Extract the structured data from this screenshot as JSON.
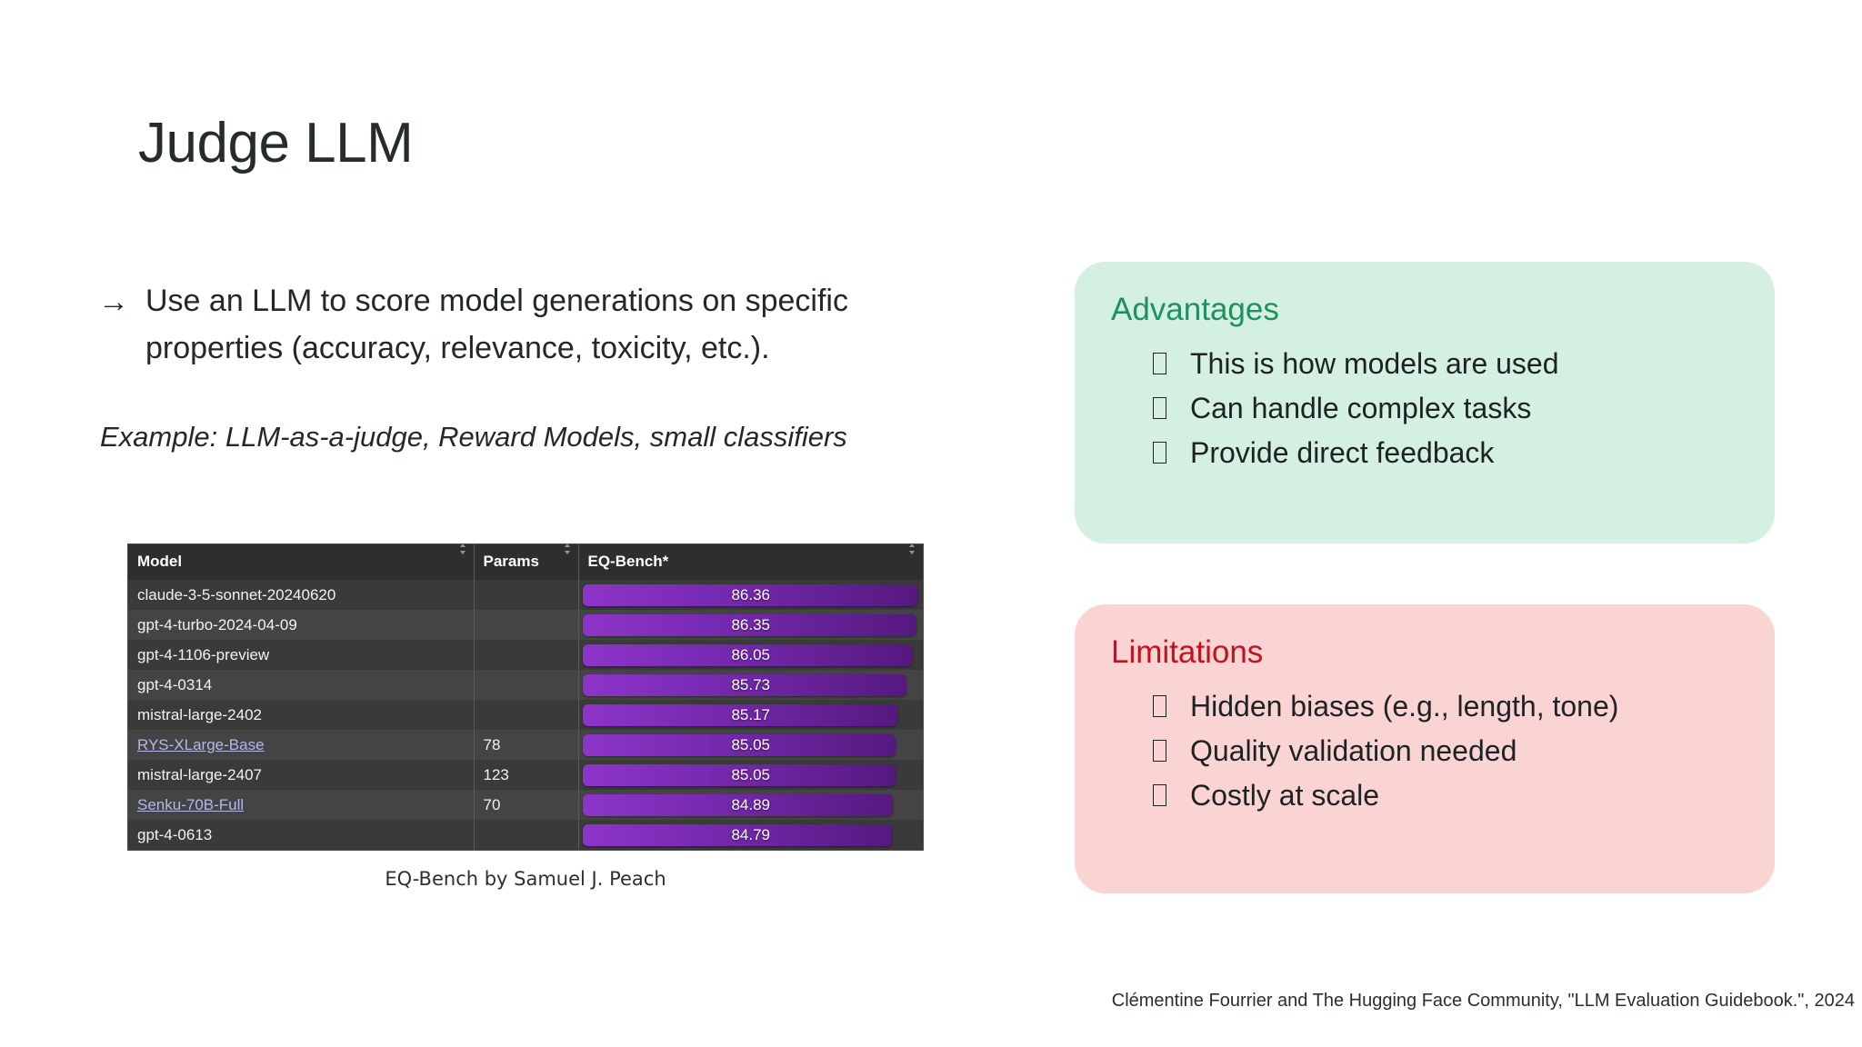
{
  "slide": {
    "title": "Judge LLM"
  },
  "left": {
    "bullet_marker": "→",
    "bullet_text": "Use an LLM to score model generations on specific properties (accuracy, relevance, toxicity, etc.).",
    "example_text": "Example: LLM-as-a-judge, Reward Models, small classifiers",
    "table_caption": "EQ-Bench by Samuel J. Peach"
  },
  "chart_data": {
    "type": "table",
    "title": "EQ-Bench leaderboard",
    "columns": [
      "Model",
      "Params",
      "EQ-Bench*"
    ],
    "sort_icon": "sort-arrows-icon",
    "value_axis": {
      "min": 84.0,
      "max": 86.5
    },
    "rows": [
      {
        "model": "claude-3-5-sonnet-20240620",
        "params": "",
        "score": "86.36",
        "score_value": 86.36,
        "is_link": false
      },
      {
        "model": "gpt-4-turbo-2024-04-09",
        "params": "",
        "score": "86.35",
        "score_value": 86.35,
        "is_link": false
      },
      {
        "model": "gpt-4-1106-preview",
        "params": "",
        "score": "86.05",
        "score_value": 86.05,
        "is_link": false
      },
      {
        "model": "gpt-4-0314",
        "params": "",
        "score": "85.73",
        "score_value": 85.73,
        "is_link": false
      },
      {
        "model": "mistral-large-2402",
        "params": "",
        "score": "85.17",
        "score_value": 85.17,
        "is_link": false
      },
      {
        "model": "RYS-XLarge-Base",
        "params": "78",
        "score": "85.05",
        "score_value": 85.05,
        "is_link": true
      },
      {
        "model": "mistral-large-2407",
        "params": "123",
        "score": "85.05",
        "score_value": 85.05,
        "is_link": false
      },
      {
        "model": "Senku-70B-Full",
        "params": "70",
        "score": "84.89",
        "score_value": 84.89,
        "is_link": true
      },
      {
        "model": "gpt-4-0613",
        "params": "",
        "score": "84.79",
        "score_value": 84.79,
        "is_link": false
      }
    ]
  },
  "advantages": {
    "title": "Advantages",
    "accent_color": "#1f9160",
    "background_color": "#d3f0e0",
    "items": [
      "This is how models are used",
      "Can handle complex tasks",
      "Provide direct feedback"
    ]
  },
  "limitations": {
    "title": "Limitations",
    "accent_color": "#c41020",
    "background_color": "#fad3d3",
    "items": [
      "Hidden biases (e.g., length, tone)",
      "Quality validation needed",
      "Costly at scale"
    ]
  },
  "footer": {
    "credit": "Clémentine Fourrier and The Hugging Face Community, \"LLM Evaluation Guidebook.\", 2024"
  }
}
